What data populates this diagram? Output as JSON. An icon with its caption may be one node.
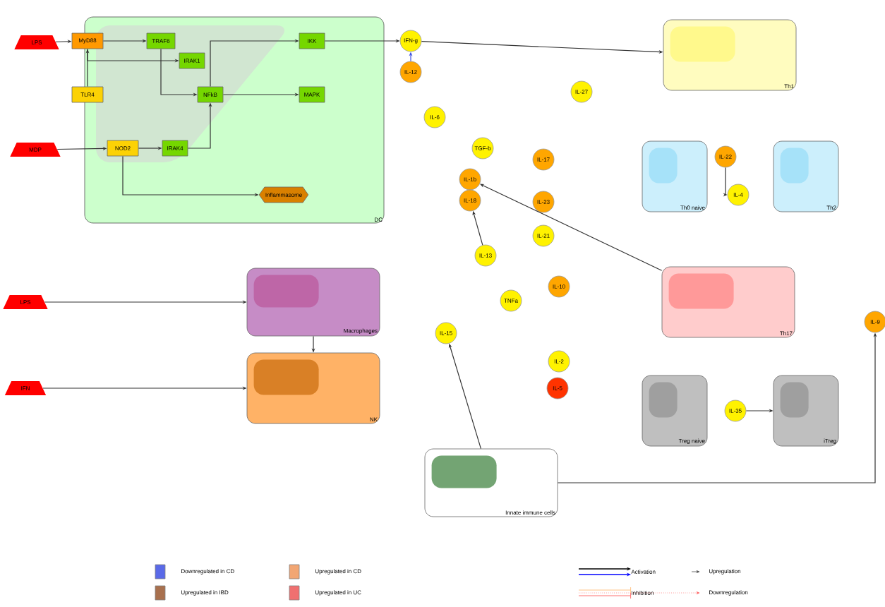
{
  "diagram": {
    "nodes": [
      {
        "text": [
          "DC"
        ]
      },
      {
        "text": [
          "MyD88"
        ],
        "in": 0
      },
      {
        "text": [
          "TLR4"
        ],
        "in": 0
      },
      {
        "text": [
          "NOD2"
        ],
        "in": 0
      },
      {
        "text": [
          "TRAF6"
        ],
        "in": 0
      },
      {
        "text": [
          "IRAK1"
        ],
        "in": 0
      },
      {
        "text": [
          "NFkB"
        ],
        "in": 0
      },
      {
        "text": [
          "IRAK4"
        ],
        "in": 0
      },
      {
        "text": [
          "IKK"
        ],
        "in": 0
      },
      {
        "text": [
          "MAPK"
        ],
        "in": 0
      },
      {
        "text": [
          "Inflammasome"
        ],
        "in": 0
      },
      {
        "text": [
          "LPS"
        ]
      },
      {
        "text": [
          "MDP"
        ]
      },
      {
        "text": [
          "LPS"
        ]
      },
      {
        "text": [
          "IFN"
        ]
      },
      {
        "text": [
          "Macrophages"
        ]
      },
      {
        "text": [
          "NK"
        ]
      },
      {
        "text": [
          "Th1"
        ]
      },
      {
        "text": [
          "Th0 naive"
        ]
      },
      {
        "text": [
          "Th2"
        ]
      },
      {
        "text": [
          "Th17"
        ]
      },
      {
        "text": [
          "Treg naive"
        ]
      },
      {
        "text": [
          "iTreg"
        ]
      },
      {
        "text": [
          "Innate immune cells"
        ]
      },
      {
        "text": [
          "IFN-g"
        ]
      },
      {
        "text": [
          "IL-12"
        ]
      },
      {
        "text": [
          "IL-27"
        ]
      },
      {
        "text": [
          "IL-6"
        ]
      },
      {
        "text": [
          "TGF-b"
        ]
      },
      {
        "text": [
          "IL-17"
        ]
      },
      {
        "text": [
          "IL-1b"
        ]
      },
      {
        "text": [
          "IL-18"
        ]
      },
      {
        "text": [
          "IL-23"
        ]
      },
      {
        "text": [
          "IL-21"
        ]
      },
      {
        "text": [
          "IL-22"
        ]
      },
      {
        "text": [
          "IL-4"
        ]
      },
      {
        "text": [
          "IL-13"
        ]
      },
      {
        "text": [
          "IL-10"
        ]
      },
      {
        "text": [
          "TNFa"
        ]
      },
      {
        "text": [
          "IL-15"
        ]
      },
      {
        "text": [
          "IL-2"
        ]
      },
      {
        "text": [
          "IL-5"
        ]
      },
      {
        "text": [
          "IL-35"
        ]
      },
      {
        "text": [
          "IL-9"
        ]
      }
    ],
    "edges": [
      {
        "from": 11,
        "to": 1,
        "arrow": "to"
      },
      {
        "from": 1,
        "to": 4,
        "arrow": "to"
      },
      {
        "from": 1,
        "to": 5,
        "arrow": "to"
      },
      {
        "from": 4,
        "to": 6,
        "arrow": "to"
      },
      {
        "from": 6,
        "to": 9,
        "arrow": "to"
      },
      {
        "from": 6,
        "to": 8,
        "arrow": "to"
      },
      {
        "from": 12,
        "to": 3,
        "arrow": "to"
      },
      {
        "from": 3,
        "to": 7,
        "arrow": "to"
      },
      {
        "from": 7,
        "to": 6,
        "arrow": "to"
      },
      {
        "from": 3,
        "to": 10,
        "arrow": "to"
      },
      {
        "from": 2,
        "to": 1,
        "arrow": "to"
      },
      {
        "from": 8,
        "to": 24,
        "arrow": "to"
      },
      {
        "from": 13,
        "to": 15,
        "arrow": "to"
      },
      {
        "from": 14,
        "to": 16,
        "arrow": "to"
      },
      {
        "from": 15,
        "to": 16,
        "arrow": "to"
      },
      {
        "from": 24,
        "to": 17,
        "arrow": "to"
      },
      {
        "from": 34,
        "to": 35,
        "arrow": "to"
      },
      {
        "from": 20,
        "to": 30,
        "arrow": "to"
      },
      {
        "from": 36,
        "to": 31,
        "arrow": "to"
      },
      {
        "from": 42,
        "to": 22,
        "arrow": "to"
      },
      {
        "from": 23,
        "to": 39,
        "arrow": "to"
      },
      {
        "from": 23,
        "to": 43,
        "arrow": "to"
      },
      {
        "from": 25,
        "to": 24,
        "arrow": "to",
        "color": "#3a4fe0"
      }
    ],
    "legend": [
      {
        "text": "Downregulated in CD",
        "color": "#5a6ae8"
      },
      {
        "text": "Upregulated in CD",
        "color": "#f2a673"
      },
      {
        "text": "Activation"
      },
      {
        "text": "Upregulation"
      },
      {
        "text": "Upregulated in IBD",
        "color": "#a8704e"
      },
      {
        "text": "Upregulated in UC",
        "color": "#f07070"
      },
      {
        "text": "Inhibition"
      },
      {
        "text": "Downregulation"
      }
    ]
  }
}
